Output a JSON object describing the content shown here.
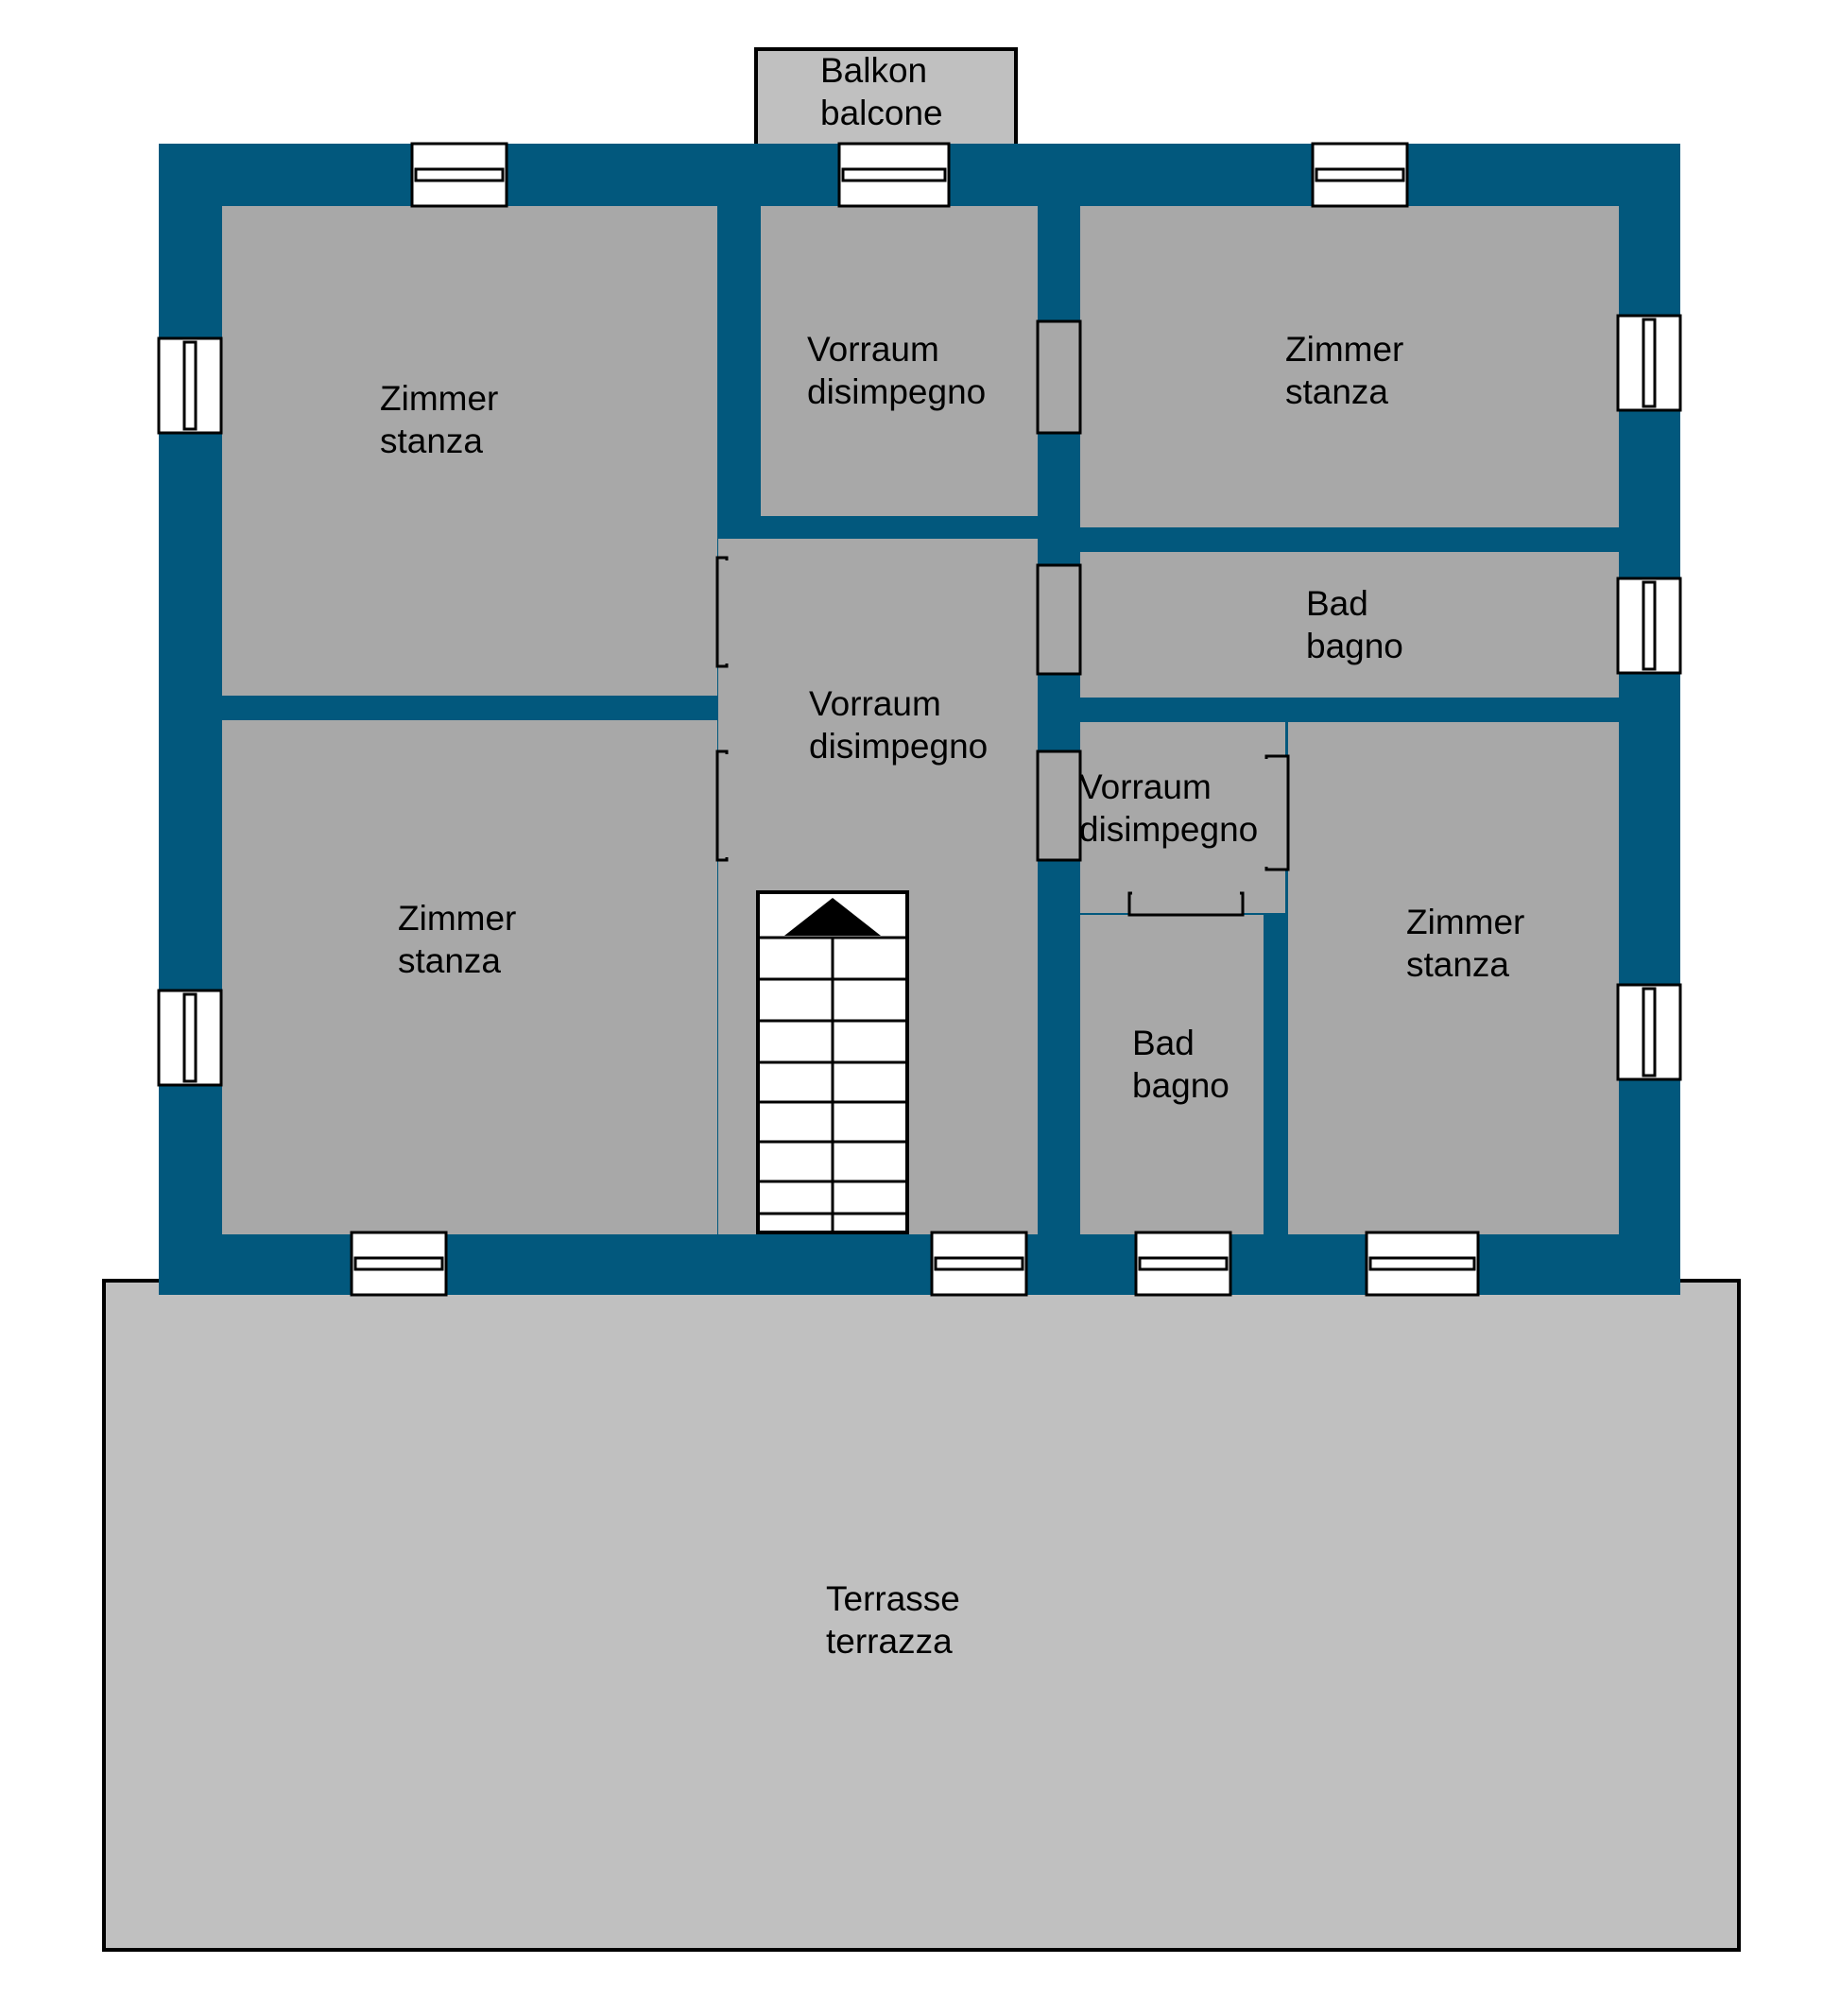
{
  "colors": {
    "wall": "#02587d",
    "room_floor": "#a8a8a8",
    "outdoor_floor": "#c0c0c0",
    "outline": "#000000",
    "window_fill": "#ffffff"
  },
  "rooms": {
    "balcony": {
      "line1": "Balkon",
      "line2": "balcone"
    },
    "room_top_left": {
      "line1": "Zimmer",
      "line2": "stanza"
    },
    "hall_top": {
      "line1": "Vorraum",
      "line2": "disimpegno"
    },
    "room_top_right": {
      "line1": "Zimmer",
      "line2": "stanza"
    },
    "bath_upper": {
      "line1": "Bad",
      "line2": "bagno"
    },
    "hall_center": {
      "line1": "Vorraum",
      "line2": "disimpegno"
    },
    "hall_small": {
      "line1": "Vorraum",
      "line2": "disimpegno"
    },
    "room_bottom_left": {
      "line1": "Zimmer",
      "line2": "stanza"
    },
    "bath_lower": {
      "line1": "Bad",
      "line2": "bagno"
    },
    "room_bottom_right": {
      "line1": "Zimmer",
      "line2": "stanza"
    },
    "terrace": {
      "line1": "Terrasse",
      "line2": "terrazza"
    }
  },
  "icons": {
    "stair": "staircase-icon",
    "window": "window-icon",
    "door": "door-opening-icon"
  }
}
